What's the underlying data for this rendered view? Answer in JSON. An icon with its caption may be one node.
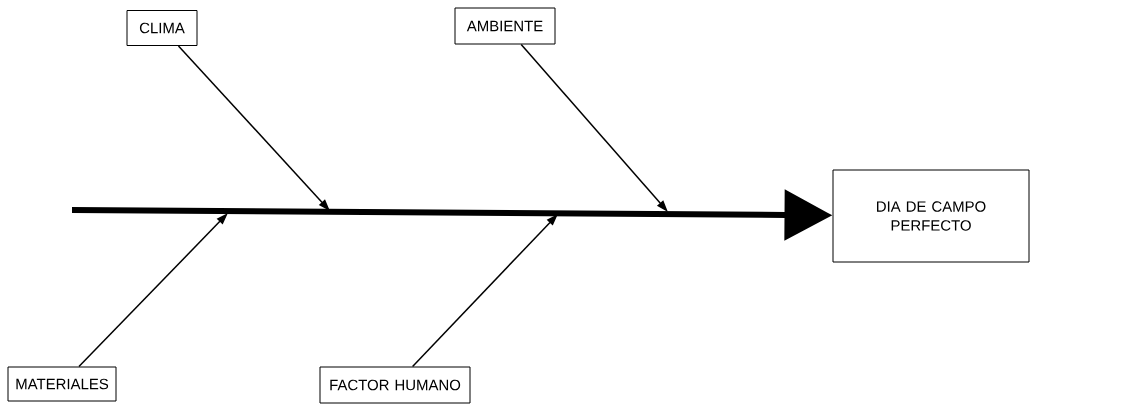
{
  "diagram": {
    "nodes": [
      {
        "text": [
          "CLIMA"
        ]
      },
      {
        "text": [
          "AMBIENTE"
        ]
      },
      {
        "text": [
          "MATERIALES"
        ]
      },
      {
        "text": [
          "FACTOR HUMANO"
        ]
      },
      {
        "text": [
          "DIA DE CAMPO PERFECTO"
        ]
      }
    ],
    "edges": [
      {
        "from": 0,
        "to": null,
        "arrow": "to"
      },
      {
        "from": 1,
        "to": null,
        "arrow": "to"
      },
      {
        "from": 2,
        "to": null,
        "arrow": "to"
      },
      {
        "from": 3,
        "to": null,
        "arrow": "to"
      },
      {
        "from": null,
        "to": 4,
        "arrow": "to",
        "style": "thick"
      }
    ]
  }
}
